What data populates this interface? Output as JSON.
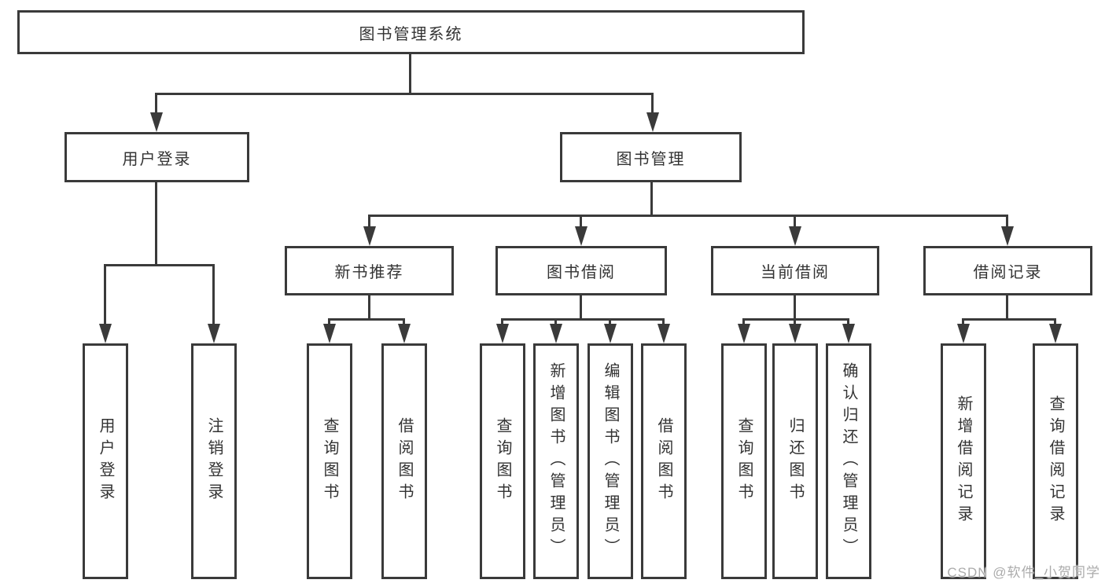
{
  "diagram": {
    "root": {
      "label": "图书管理系统"
    },
    "level2": [
      {
        "label": "用户登录"
      },
      {
        "label": "图书管理"
      }
    ],
    "level3": [
      {
        "label": "新书推荐"
      },
      {
        "label": "图书借阅"
      },
      {
        "label": "当前借阅"
      },
      {
        "label": "借阅记录"
      }
    ],
    "leaves": [
      [
        "用户登录",
        "注销登录"
      ],
      [
        "查询图书",
        "借阅图书"
      ],
      [
        "查询图书",
        "新增图书（管理员）",
        "编辑图书（管理员）",
        "借阅图书"
      ],
      [
        "查询图书",
        "归还图书",
        "确认归还（管理员）"
      ],
      [
        "新增借阅记录",
        "查询借阅记录"
      ]
    ]
  },
  "watermark": {
    "label": "CSDN @软件_小贺同学"
  },
  "colors": {
    "line": "#3a3a3a",
    "text": "#333333",
    "watermark": "#ababab",
    "background": "#ffffff"
  }
}
